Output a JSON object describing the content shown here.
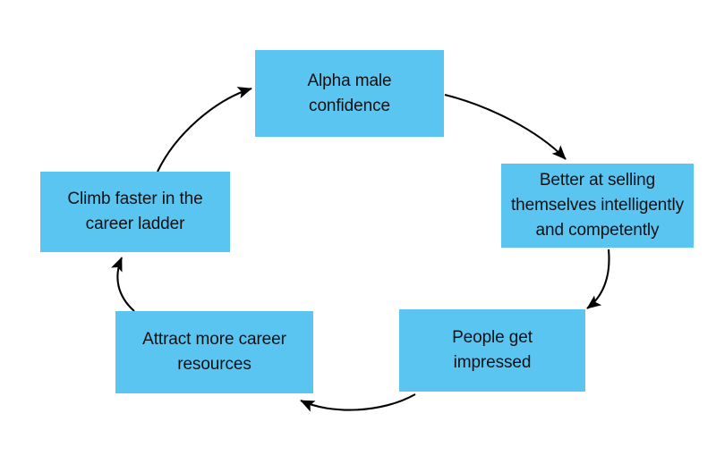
{
  "diagram": {
    "type": "cycle",
    "title": "",
    "background_color": "#ffffff",
    "node_fill_color": "#5BC5F2",
    "node_text_color": "#111111",
    "arrow_color": "#000000",
    "nodes": [
      {
        "id": "alpha-male-confidence",
        "label": "Alpha male\nconfidence",
        "position": "top"
      },
      {
        "id": "better-at-selling-themselves",
        "label": "Better at selling\nthemselves intelligently\nand competently",
        "position": "right"
      },
      {
        "id": "people-get-impressed",
        "label": "People get\nimpressed",
        "position": "bottom-right"
      },
      {
        "id": "attract-more-career-resources",
        "label": "Attract more career\nresources",
        "position": "bottom-left"
      },
      {
        "id": "climb-faster-in-the-career-ladder",
        "label": "Climb faster in the\ncareer ladder",
        "position": "left"
      }
    ],
    "edges": [
      {
        "id": "edge-top-to-right",
        "from": "alpha-male-confidence",
        "to": "better-at-selling-themselves",
        "label": ""
      },
      {
        "id": "edge-right-to-bottomright",
        "from": "better-at-selling-themselves",
        "to": "people-get-impressed",
        "label": ""
      },
      {
        "id": "edge-bottomright-to-bottomleft",
        "from": "people-get-impressed",
        "to": "attract-more-career-resources",
        "label": ""
      },
      {
        "id": "edge-bottomleft-to-left",
        "from": "attract-more-career-resources",
        "to": "climb-faster-in-the-career-ladder",
        "label": ""
      },
      {
        "id": "edge-left-to-top",
        "from": "climb-faster-in-the-career-ladder",
        "to": "alpha-male-confidence",
        "label": ""
      }
    ]
  }
}
